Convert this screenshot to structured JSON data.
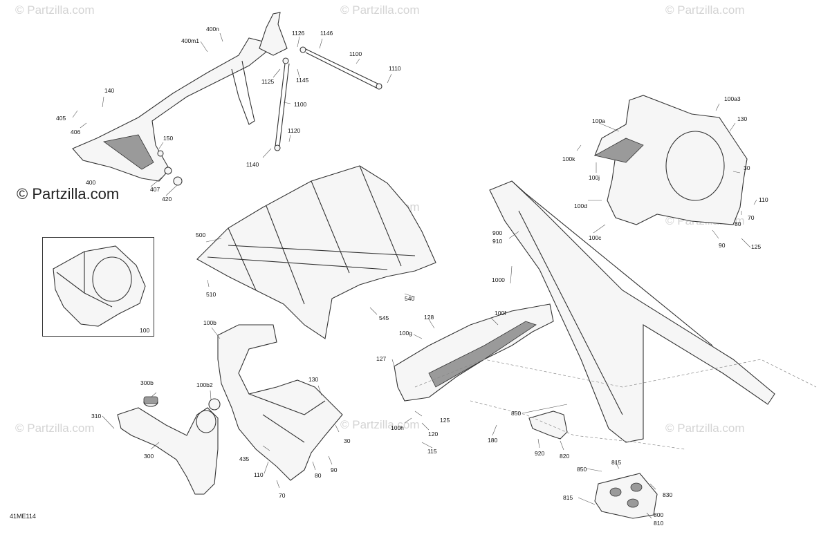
{
  "watermark": {
    "text": "© Partzilla.com"
  },
  "brand": {
    "text": "© Partzilla.com"
  },
  "diagram_code": "41ME114",
  "labels": [
    {
      "id": "400n",
      "text": "400n"
    },
    {
      "id": "400m1",
      "text": "400m1"
    },
    {
      "id": "1126",
      "text": "1126"
    },
    {
      "id": "1146",
      "text": "1146"
    },
    {
      "id": "1100a",
      "text": "1100"
    },
    {
      "id": "1110",
      "text": "1110"
    },
    {
      "id": "1125",
      "text": "1125"
    },
    {
      "id": "1145",
      "text": "1145"
    },
    {
      "id": "1100b",
      "text": "1100"
    },
    {
      "id": "1120",
      "text": "1120"
    },
    {
      "id": "1140",
      "text": "1140"
    },
    {
      "id": "140",
      "text": "140"
    },
    {
      "id": "405",
      "text": "405"
    },
    {
      "id": "406",
      "text": "406"
    },
    {
      "id": "150",
      "text": "150"
    },
    {
      "id": "400",
      "text": "400"
    },
    {
      "id": "407",
      "text": "407"
    },
    {
      "id": "420",
      "text": "420"
    },
    {
      "id": "100a3",
      "text": "100a3"
    },
    {
      "id": "100a",
      "text": "100a"
    },
    {
      "id": "130a",
      "text": "130"
    },
    {
      "id": "100k",
      "text": "100k"
    },
    {
      "id": "100j",
      "text": "100j"
    },
    {
      "id": "30a",
      "text": "30"
    },
    {
      "id": "100d",
      "text": "100d"
    },
    {
      "id": "110a",
      "text": "110"
    },
    {
      "id": "70a",
      "text": "70"
    },
    {
      "id": "80a",
      "text": "80"
    },
    {
      "id": "100c",
      "text": "100c"
    },
    {
      "id": "90a",
      "text": "90"
    },
    {
      "id": "125a",
      "text": "125"
    },
    {
      "id": "900",
      "text": "900"
    },
    {
      "id": "910",
      "text": "910"
    },
    {
      "id": "1000",
      "text": "1000"
    },
    {
      "id": "500",
      "text": "500"
    },
    {
      "id": "510",
      "text": "510"
    },
    {
      "id": "540",
      "text": "540"
    },
    {
      "id": "545",
      "text": "545"
    },
    {
      "id": "100",
      "text": "100"
    },
    {
      "id": "100f",
      "text": "100f"
    },
    {
      "id": "128",
      "text": "128"
    },
    {
      "id": "100g",
      "text": "100g"
    },
    {
      "id": "127",
      "text": "127"
    },
    {
      "id": "100b",
      "text": "100b"
    },
    {
      "id": "300b",
      "text": "300b"
    },
    {
      "id": "100b2",
      "text": "100b2"
    },
    {
      "id": "130b",
      "text": "130"
    },
    {
      "id": "310",
      "text": "310"
    },
    {
      "id": "300",
      "text": "300"
    },
    {
      "id": "30b",
      "text": "30"
    },
    {
      "id": "435",
      "text": "435"
    },
    {
      "id": "110b",
      "text": "110"
    },
    {
      "id": "80b",
      "text": "80"
    },
    {
      "id": "90b",
      "text": "90"
    },
    {
      "id": "70b",
      "text": "70"
    },
    {
      "id": "125b",
      "text": "125"
    },
    {
      "id": "100h",
      "text": "100h"
    },
    {
      "id": "120",
      "text": "120"
    },
    {
      "id": "115",
      "text": "115"
    },
    {
      "id": "180",
      "text": "180"
    },
    {
      "id": "850a",
      "text": "850"
    },
    {
      "id": "920",
      "text": "920"
    },
    {
      "id": "820",
      "text": "820"
    },
    {
      "id": "850b",
      "text": "850"
    },
    {
      "id": "815a",
      "text": "815"
    },
    {
      "id": "830",
      "text": "830"
    },
    {
      "id": "815b",
      "text": "815"
    },
    {
      "id": "800",
      "text": "800"
    },
    {
      "id": "810",
      "text": "810"
    }
  ]
}
